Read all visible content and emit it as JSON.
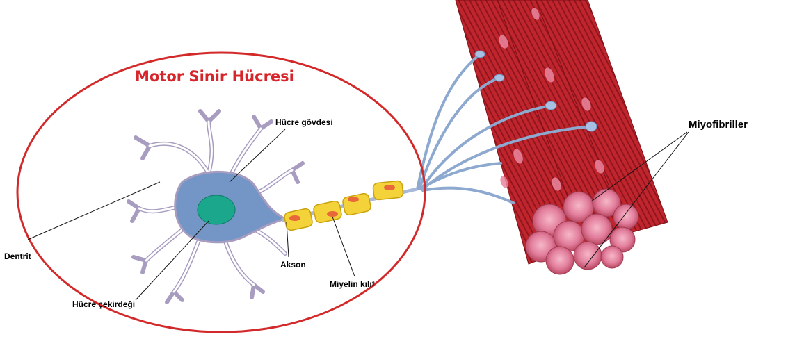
{
  "title": "Motor Sinir Hücresi",
  "labels": {
    "cell_body": "Hücre gövdesi",
    "dendrite": "Dentrit",
    "axon": "Akson",
    "myelin_sheath": "Miyelin kılıf",
    "nucleus": "Hücre çekirdeği",
    "myofibrils": "Miyofibriller"
  },
  "colors": {
    "title": "#d7262b",
    "ellipse_outline": "#d22a2a",
    "dendrite_outline": "#a89cc0",
    "cell_body": "#7396c6",
    "nucleus": "#1aa78b",
    "myelin": "#f4d23a",
    "myelin_spot": "#e8683a",
    "nerve_branches": "#8ea9cf",
    "muscle": "#b8222b",
    "myofibril": "#e07a9a"
  }
}
